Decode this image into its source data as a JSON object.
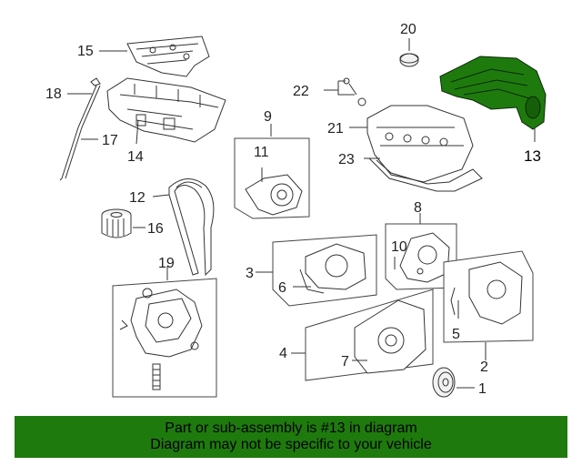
{
  "diagram": {
    "highlight_part": "13",
    "highlight_color": "#1f7a0e",
    "callouts": [
      "1",
      "2",
      "3",
      "4",
      "5",
      "6",
      "7",
      "8",
      "9",
      "10",
      "11",
      "12",
      "13",
      "14",
      "15",
      "16",
      "17",
      "18",
      "19",
      "20",
      "21",
      "22",
      "23"
    ]
  },
  "banner": {
    "line1": "Part or sub-assembly is #13 in diagram",
    "line2": "Diagram may not be specific to your vehicle",
    "background": "#1f7a0e"
  }
}
